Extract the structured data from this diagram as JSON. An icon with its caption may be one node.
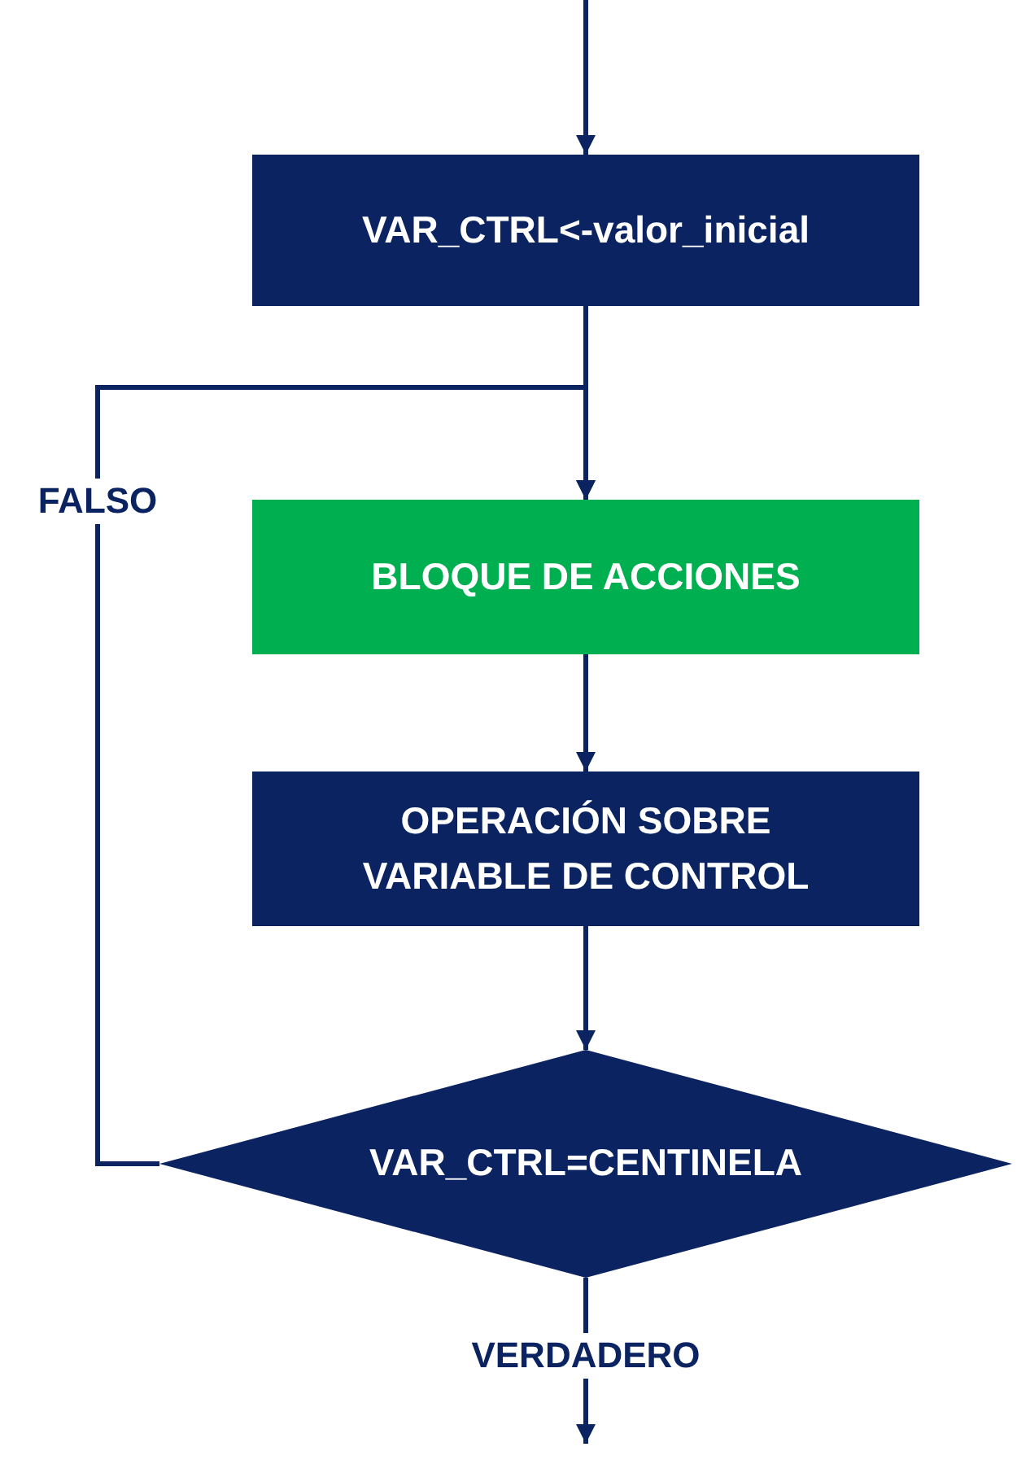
{
  "diagram": {
    "nodes": [
      {
        "text": [
          "VAR_CTRL<-valor_inicial"
        ]
      },
      {
        "text": [
          "BLOQUE DE ACCIONES"
        ]
      },
      {
        "text": [
          "OPERACIÓN SOBRE VARIABLE DE CONTROL"
        ]
      },
      {
        "text": [
          "VAR_CTRL=CENTINELA"
        ]
      }
    ],
    "edges": [
      {
        "from": null,
        "to": 0,
        "arrow": "to"
      },
      {
        "from": 0,
        "to": 1,
        "arrow": "to"
      },
      {
        "from": 1,
        "to": 2,
        "arrow": "to"
      },
      {
        "from": 2,
        "to": 3,
        "arrow": "to"
      },
      {
        "from": 3,
        "to": 1,
        "arrow": "to",
        "label": "FALSO"
      },
      {
        "from": 3,
        "to": null,
        "arrow": "to",
        "label": "VERDADERO"
      }
    ]
  }
}
